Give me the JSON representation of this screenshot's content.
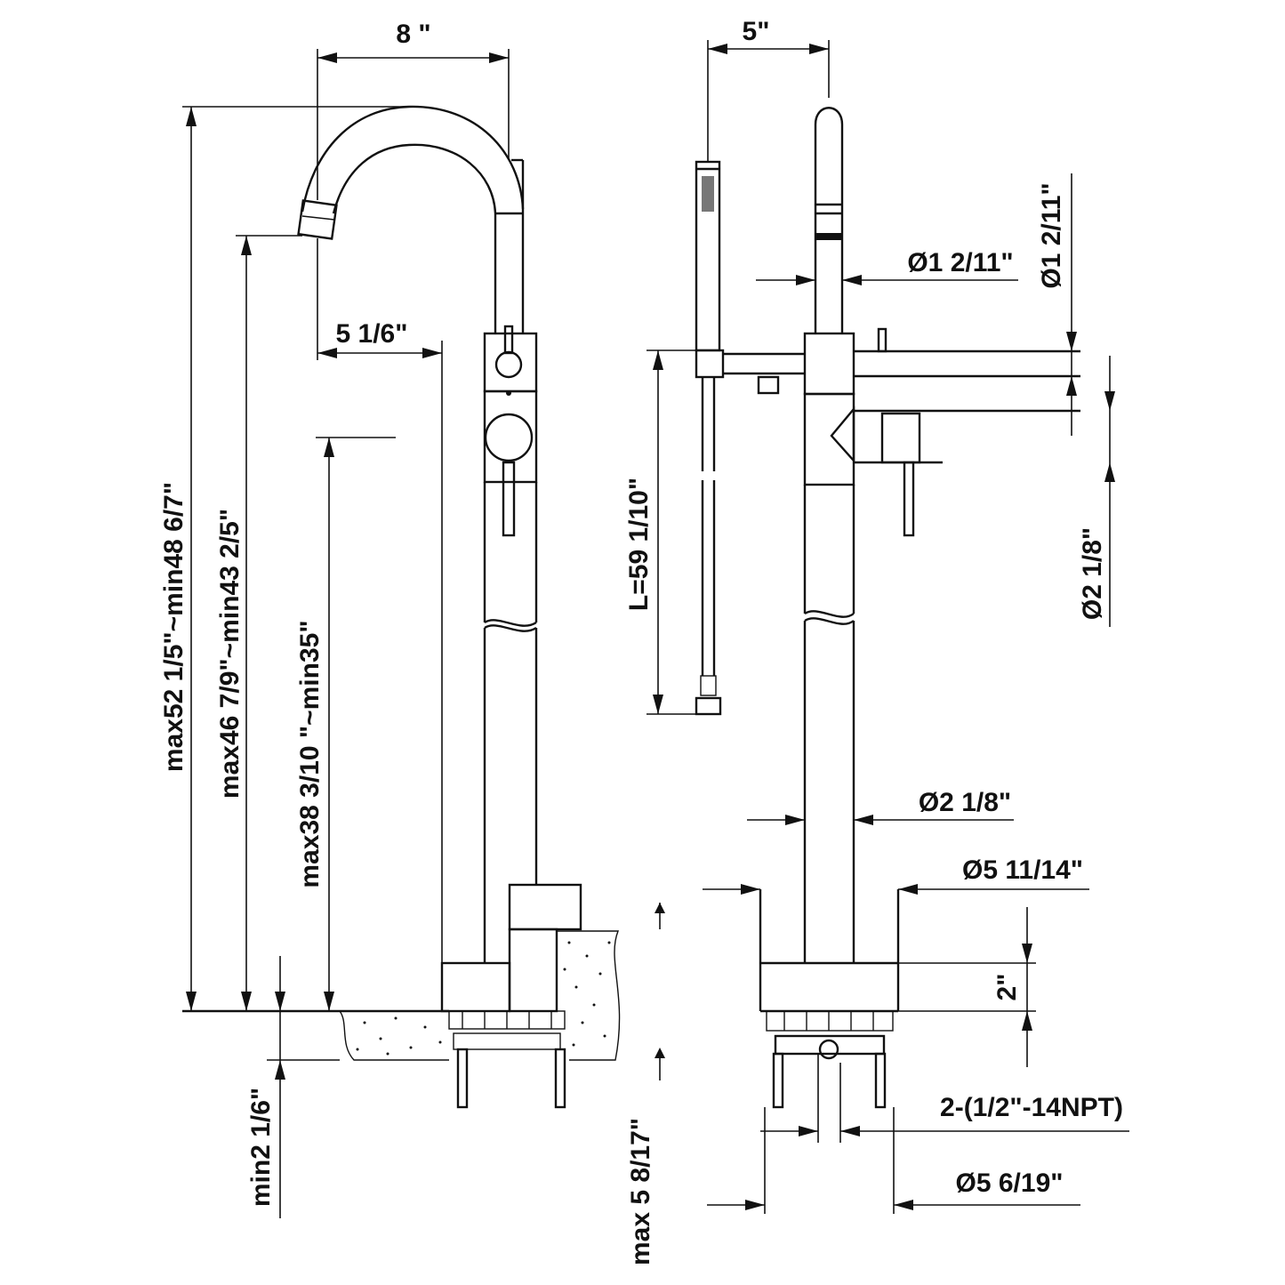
{
  "side_view": {
    "spout_reach": "8 \"",
    "spout_offset": "5 1/6\"",
    "height_overall": "max52 1/5\"~min48 6/7\"",
    "height_spout_outlet": "max46 7/9\"~min43 2/5\"",
    "height_handle": "max38 3/10 \"~min35\"",
    "floor_depth_min": "min2 1/6\"",
    "floor_depth_max": "max 5 8/17\""
  },
  "front_view": {
    "handshower_offset": "5\"",
    "spout_top_diameter": "Ø1 2/11\"",
    "spout_top_diameter_vertical": "Ø1 2/11\"",
    "hose_length": "L=59 1/10\"",
    "valve_diameter_vertical": "Ø2 1/8\"",
    "column_diameter": "Ø2 1/8\"",
    "base_diameter": "Ø5 11/14\"",
    "base_height": "2\"",
    "supply_connections": "2-(1/2\"-14NPT)",
    "mount_diameter": "Ø5 6/19\""
  }
}
